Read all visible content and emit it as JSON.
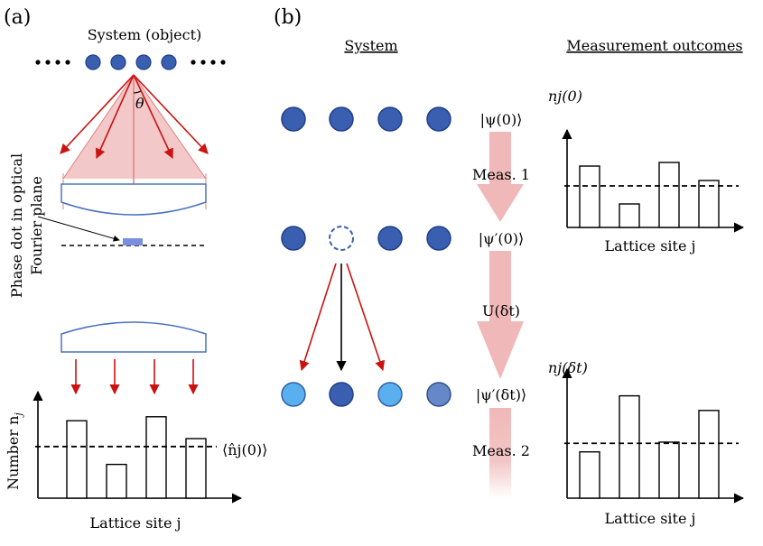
{
  "panel_a": {
    "label": "(a)",
    "title": "System (object)",
    "angle_label": "θ",
    "side_label_line1": "Phase dot in optical",
    "side_label_line2": "Fourier plane",
    "y_axis_label": "Number n",
    "y_axis_subscript": "j",
    "mean_label": "⟨n̂j(0)⟩",
    "x_axis_label": "Lattice site j",
    "bars": [
      0.78,
      0.34,
      0.82,
      0.6
    ],
    "mean_level": 0.52
  },
  "panel_b": {
    "label": "(b)",
    "system_header": "System",
    "outcomes_header": "Measurement outcomes",
    "state_1": "|ψ(0)⟩",
    "step_1": "Meas. 1",
    "state_2": "|ψ′(0)⟩",
    "step_2": "U(δt)",
    "state_3": "|ψ′(δt)⟩",
    "step_3": "Meas. 2",
    "chart_1_ylabel": "nj(0)",
    "chart_1_xlabel": "Lattice site j",
    "chart_1_bars": [
      0.68,
      0.26,
      0.72,
      0.52
    ],
    "chart_1_mean": 0.46,
    "chart_2_ylabel": "nj(δt)",
    "chart_2_xlabel": "Lattice site j",
    "chart_2_bars": [
      0.38,
      0.84,
      0.46,
      0.72
    ],
    "chart_2_mean": 0.45
  },
  "colors": {
    "atom_dark": "#3a5fb0",
    "atom_light": "#5ab0ee",
    "atom_mid": "#6688c8",
    "ray": "#cc1111",
    "cone_fill": "#f2c8c8",
    "lens": "#4a72c0",
    "arrow_band": "#f0b8b8"
  }
}
